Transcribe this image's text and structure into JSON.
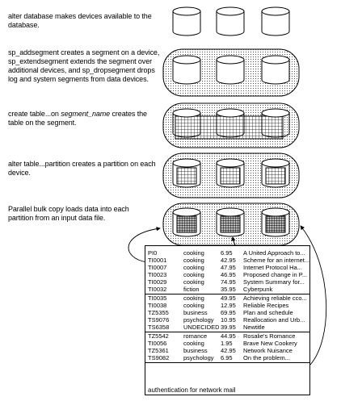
{
  "steps": [
    {
      "text": "alter database makes devices available to the database."
    },
    {
      "text": "sp_addsegment creates a segment on a device, sp_extendsegment extends the segment over additional devices, and sp_dropsegment drops log and system segments from data devices."
    },
    {
      "text_before": "create table...on ",
      "text_italic": "segment_name",
      "text_after": " creates the table on the segment."
    },
    {
      "text": "alter table...partition creates a partition on each device."
    },
    {
      "text": "Parallel bulk copy loads data into each partition from an input data file."
    }
  ],
  "table": {
    "groups": [
      [
        [
          "PI0",
          "cooking",
          "6.95",
          "A United Approach to..."
        ],
        [
          "TI0001",
          "cooking",
          "42.95",
          "Scheme for an internet..."
        ],
        [
          "TI0007",
          "cooking",
          "47.95",
          "Internet Protocol Ha..."
        ],
        [
          "TI0023",
          "cooking",
          "46.95",
          "Proposed change in P..."
        ],
        [
          "TI0029",
          "cooking",
          "74.95",
          "System Summary for..."
        ],
        [
          "TI0032",
          "fiction",
          "35.95",
          "Cyberpunk"
        ]
      ],
      [
        [
          "TI0035",
          "cooking",
          "49.95",
          "Achieving reliable cco..."
        ],
        [
          "TI0038",
          "cooking",
          "12.95",
          "Reliable Recipes"
        ],
        [
          "TZ5355",
          "business",
          "69.95",
          "Plan and schedule"
        ],
        [
          "TS9076",
          "psychology",
          "10.95",
          "Reallocation and Urb..."
        ],
        [
          "TS6358",
          "UNDECIDED",
          "39.95",
          "Newtitle"
        ]
      ],
      [
        [
          "TZ5542",
          "romance",
          "44.95",
          "Rosalie's Romance"
        ],
        [
          "TI0056",
          "cooking",
          "1.95",
          "Brave New Cookery"
        ],
        [
          "TZ5361",
          "business",
          "42.95",
          "Network Nuisance"
        ],
        [
          "TS9082",
          "psychology",
          "6.95",
          "On the problem..."
        ]
      ]
    ],
    "footer": "authentication for network mail"
  }
}
